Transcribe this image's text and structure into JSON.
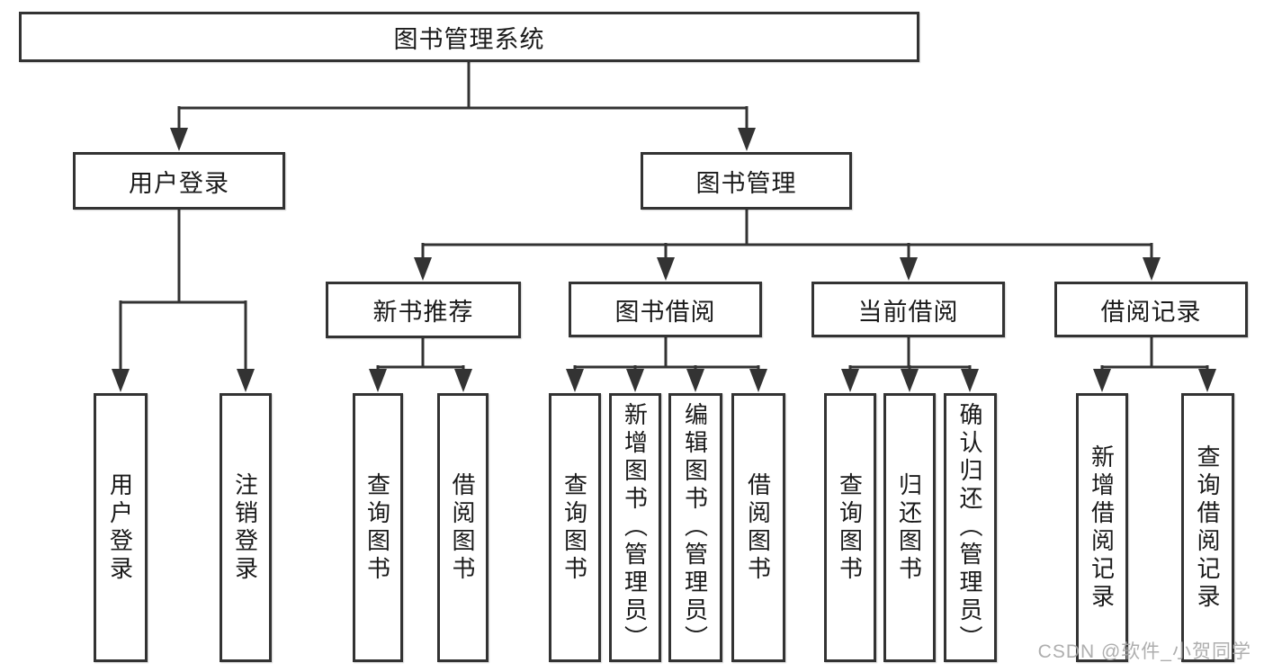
{
  "diagram_title": "图书管理系统",
  "tree": {
    "root": {
      "label": "图书管理系统",
      "children": [
        {
          "label": "用户登录",
          "children": [
            {
              "label": "用户登录"
            },
            {
              "label": "注销登录"
            }
          ]
        },
        {
          "label": "图书管理",
          "children": [
            {
              "label": "新书推荐",
              "children": [
                {
                  "label": "查询图书"
                },
                {
                  "label": "借阅图书"
                }
              ]
            },
            {
              "label": "图书借阅",
              "children": [
                {
                  "label": "查询图书"
                },
                {
                  "label": "新增图书（管理员）"
                },
                {
                  "label": "编辑图书（管理员）"
                },
                {
                  "label": "借阅图书"
                }
              ]
            },
            {
              "label": "当前借阅",
              "children": [
                {
                  "label": "查询图书"
                },
                {
                  "label": "归还图书"
                },
                {
                  "label": "确认归还（管理员）"
                }
              ]
            },
            {
              "label": "借阅记录",
              "children": [
                {
                  "label": "新增借阅记录"
                },
                {
                  "label": "查询借阅记录"
                }
              ]
            }
          ]
        }
      ]
    }
  },
  "watermark": "CSDN @软件_小贺同学",
  "colors": {
    "line": "#333333",
    "text": "#1a1a1a",
    "watermark": "#a6a6a6",
    "background": "#ffffff"
  }
}
